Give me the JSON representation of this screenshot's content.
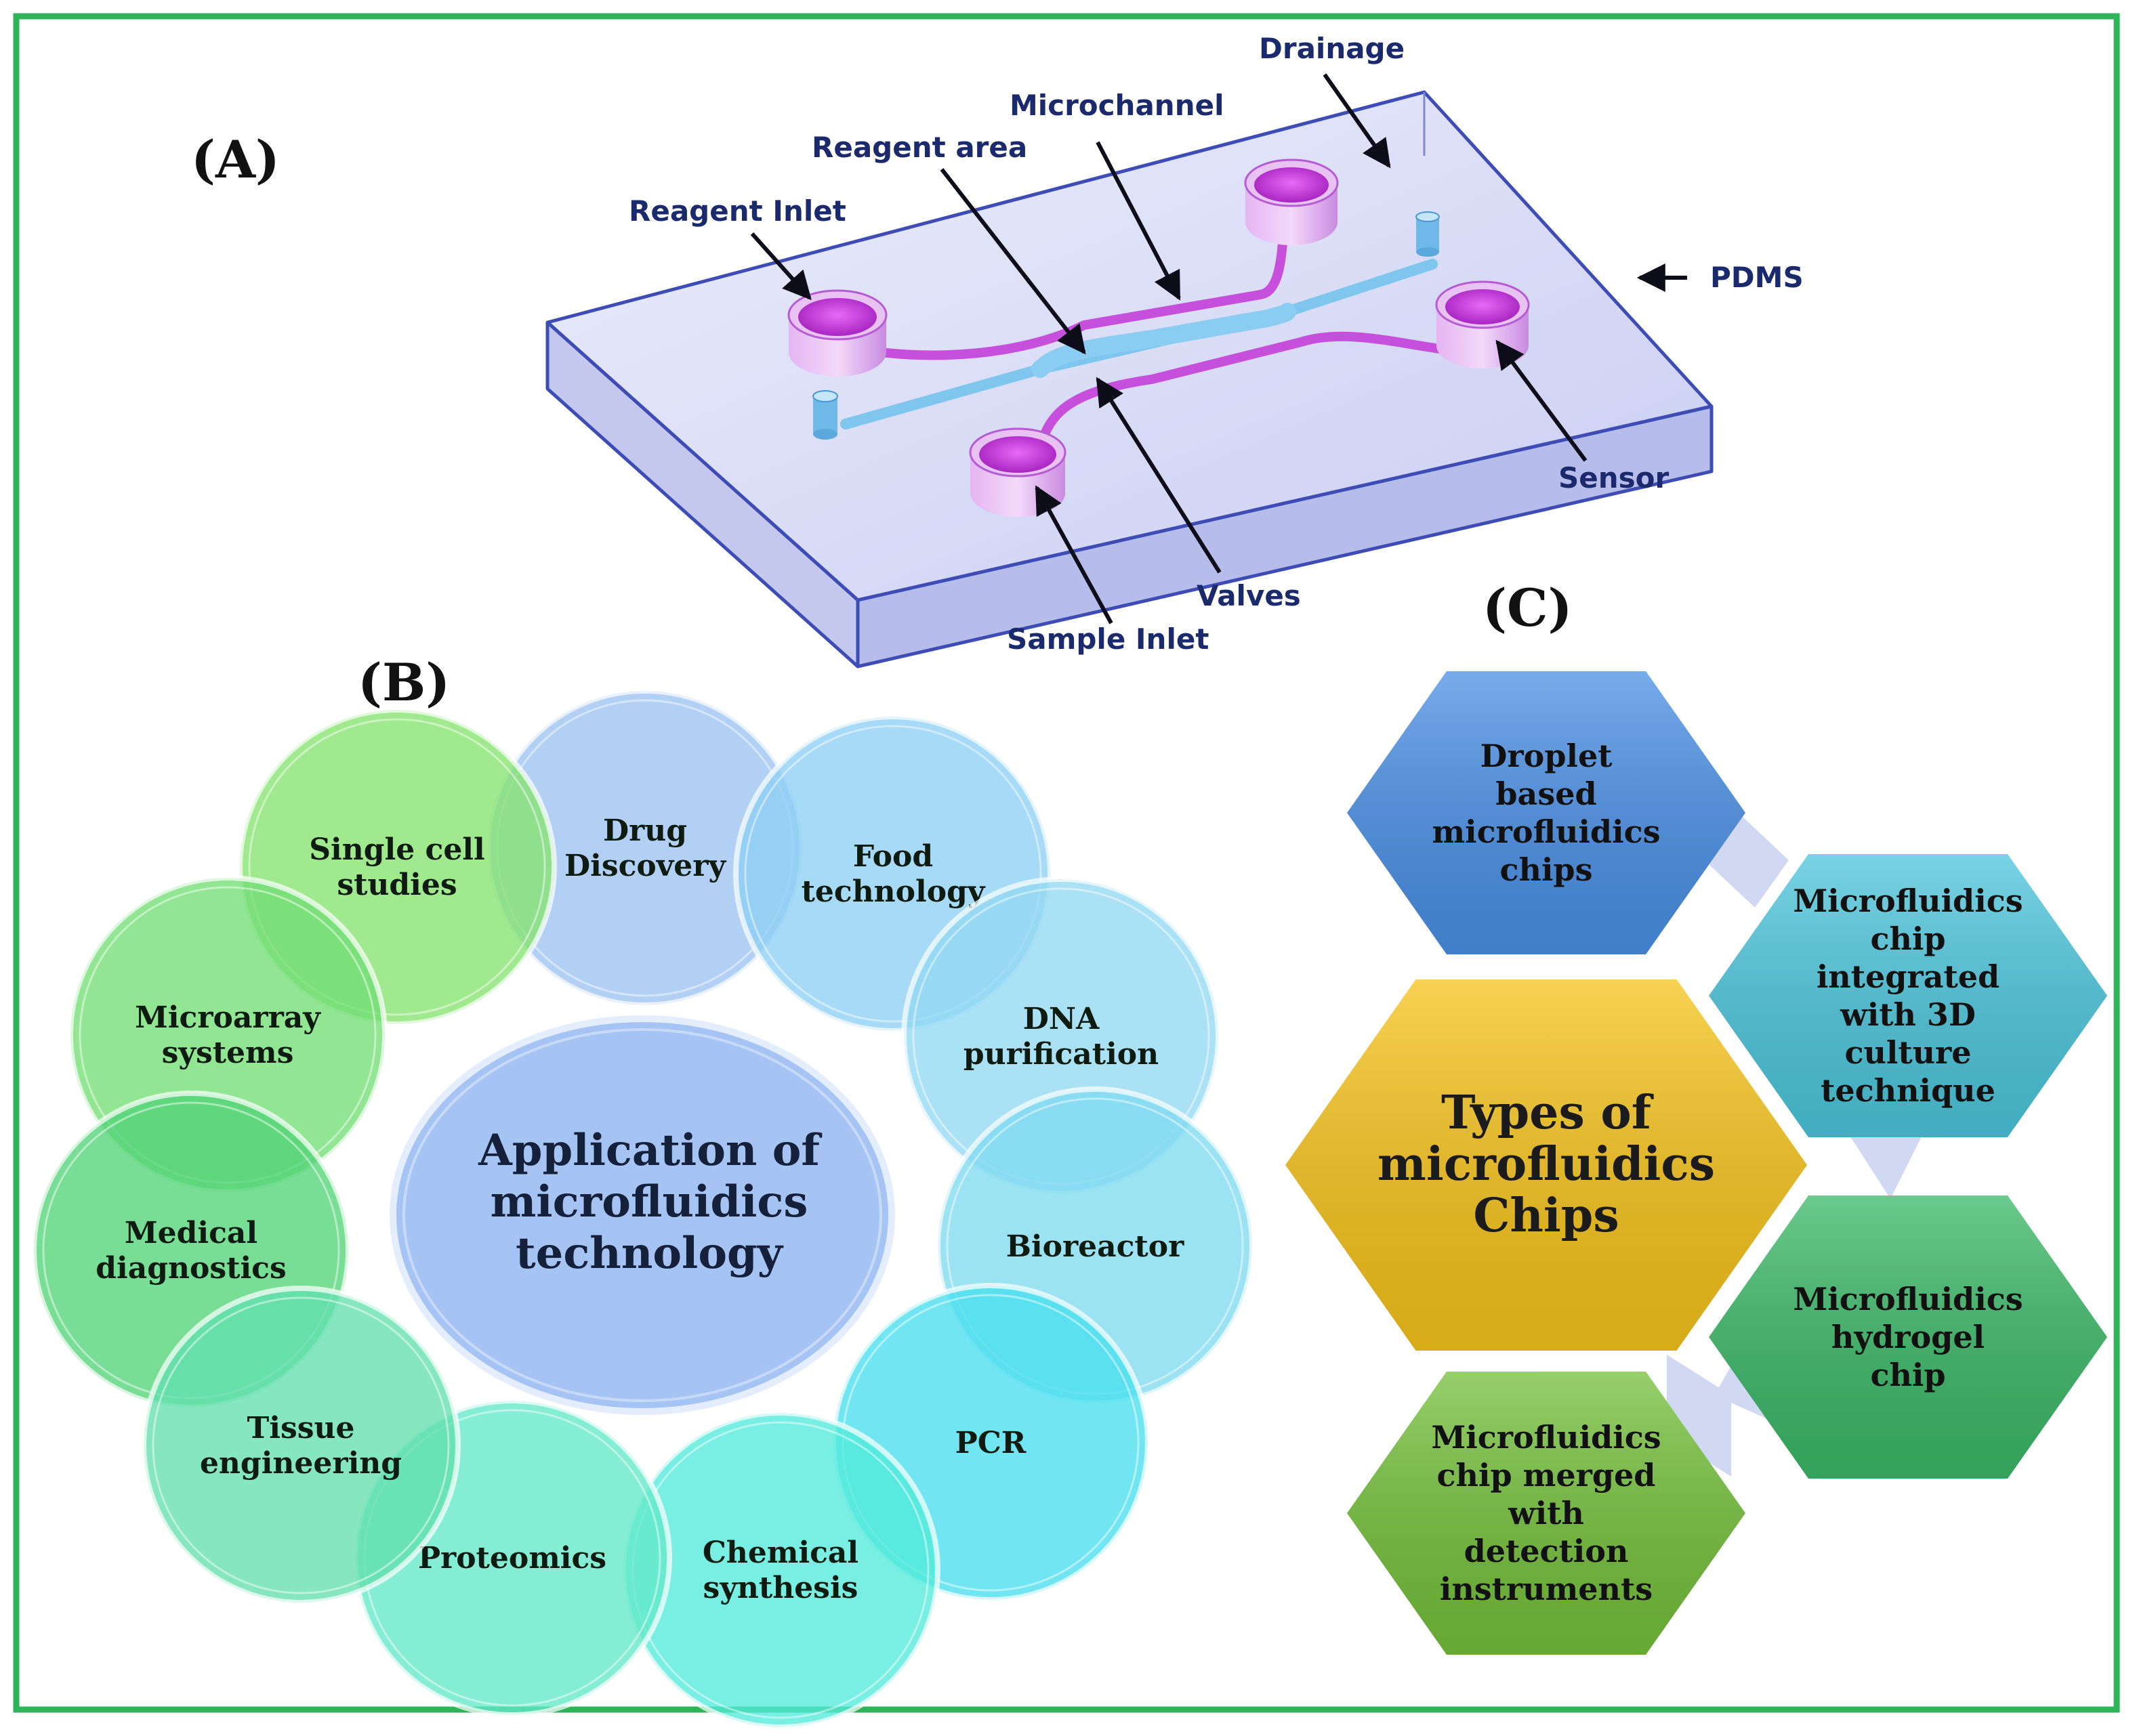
{
  "colors": {
    "frame": "#2fb358",
    "chip_body": "#d7daf6",
    "chip_edge": "#3d4db5",
    "reservoir": "#d9a2ec",
    "reservoir_top": "#b22fcf",
    "channel_purple": "#c64fdc",
    "channel_blue": "#7fc6ee",
    "label_navy": "#1a2a6c",
    "center_circle": "#a6c4f3",
    "hex_droplet": "#4a90e6",
    "hex_3d": "#4cc6dc",
    "hex_center": "#f6c31a",
    "hex_hydrogel": "#3ab867",
    "hex_detection": "#74c03a"
  },
  "panel_a": {
    "panel_label": "(A)",
    "labels": {
      "drainage": "Drainage",
      "microchannel": "Microchannel",
      "reagent_area": "Reagent area",
      "reagent_inlet": "Reagent Inlet",
      "pdms": "PDMS",
      "sensor": "Sensor",
      "valves": "Valves",
      "sample_inlet": "Sample Inlet"
    }
  },
  "panel_b": {
    "panel_label": "(B)",
    "center_lines": [
      "Application of",
      "microfluidics",
      "technology"
    ],
    "bubbles": [
      {
        "lines": [
          "Drug",
          "Discovery"
        ],
        "color": "#9cc3f1"
      },
      {
        "lines": [
          "Food",
          "technology"
        ],
        "color": "#8dd0f3"
      },
      {
        "lines": [
          "DNA",
          "purification"
        ],
        "color": "#93d8f2"
      },
      {
        "lines": [
          "Bioreactor"
        ],
        "color": "#7fdaf0"
      },
      {
        "lines": [
          "PCR"
        ],
        "color": "#49dfee"
      },
      {
        "lines": [
          "Chemical",
          "synthesis"
        ],
        "color": "#52eada"
      },
      {
        "lines": [
          "Proteomics"
        ],
        "color": "#63e8c8"
      },
      {
        "lines": [
          "Tissue",
          "engineering"
        ],
        "color": "#63dfae"
      },
      {
        "lines": [
          "Medical",
          "diagnostics"
        ],
        "color": "#52d477"
      },
      {
        "lines": [
          "Microarray",
          "systems"
        ],
        "color": "#72de74"
      },
      {
        "lines": [
          "Single cell",
          "studies"
        ],
        "color": "#85e36f"
      }
    ]
  },
  "panel_c": {
    "panel_label": "(C)",
    "center_lines": [
      "Types of",
      "microfluidics",
      "Chips"
    ],
    "hexes": [
      {
        "lines": [
          "Droplet",
          "based",
          "microfluidics",
          "chips"
        ]
      },
      {
        "lines": [
          "Microfluidics",
          "chip",
          "integrated",
          "with 3D",
          "culture",
          "technique"
        ]
      },
      {
        "lines": [
          "Microfluidics",
          "hydrogel",
          "chip"
        ]
      },
      {
        "lines": [
          "Microfluidics",
          "chip merged",
          "with",
          "detection",
          "instruments"
        ]
      }
    ]
  }
}
